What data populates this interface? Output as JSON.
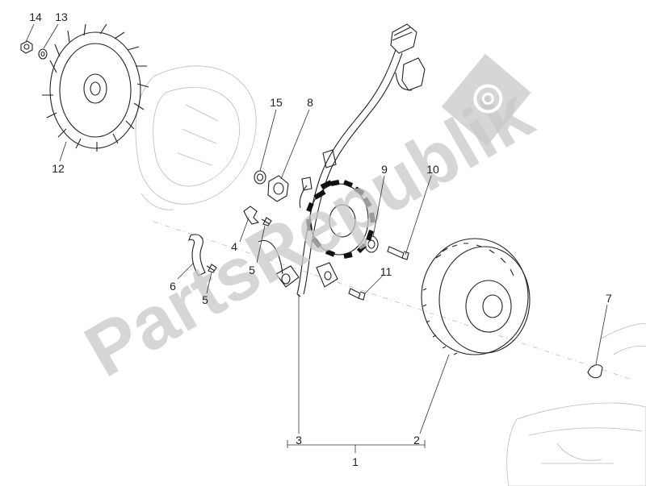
{
  "callouts": [
    {
      "id": "c1",
      "label": "1"
    },
    {
      "id": "c2",
      "label": "2"
    },
    {
      "id": "c3",
      "label": "3"
    },
    {
      "id": "c4",
      "label": "4"
    },
    {
      "id": "c5a",
      "label": "5"
    },
    {
      "id": "c5b",
      "label": "5"
    },
    {
      "id": "c6",
      "label": "6"
    },
    {
      "id": "c7",
      "label": "7"
    },
    {
      "id": "c8",
      "label": "8"
    },
    {
      "id": "c9",
      "label": "9"
    },
    {
      "id": "c10",
      "label": "10"
    },
    {
      "id": "c11",
      "label": "11"
    },
    {
      "id": "c12",
      "label": "12"
    },
    {
      "id": "c13",
      "label": "13"
    },
    {
      "id": "c14",
      "label": "14"
    },
    {
      "id": "c15",
      "label": "15"
    }
  ],
  "watermark": {
    "text": "PartsRepublik",
    "color": "#c8c8c8"
  }
}
